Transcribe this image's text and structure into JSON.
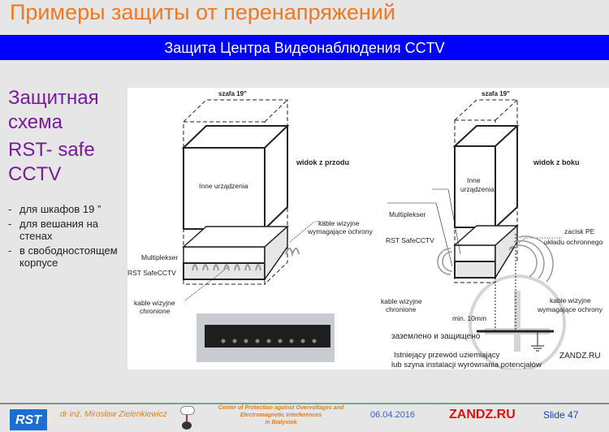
{
  "header": {
    "title": "Примеры защиты от перенапряжений",
    "subtitle": "Защита Центра Видеонаблюдения CCTV"
  },
  "left": {
    "heading1": "Защитная схема",
    "heading2": "RST- safe CCTV",
    "bullets": [
      "для шкафов 19 ”",
      "для вешания на стенах",
      "в свободностоящем корпусе"
    ]
  },
  "diagram": {
    "front": {
      "cabinet": "szafa 19\"",
      "view": "widok z przodu",
      "other": "Inne urządzenia",
      "mux": "Multiplekser",
      "rst": "RST SafeCCTV",
      "cables_need": "kable wizyjne wymagające ochrony",
      "cables_prot1": "kable wizyjne",
      "cables_prot2": "chronione",
      "cables_need1": "kable wizyjne",
      "cables_need2": "wymagające ochrony"
    },
    "side": {
      "cabinet": "szafa 19\"",
      "view": "widok z boku",
      "other1": "Inne",
      "other2": "urządzenia",
      "mux": "Multiplekser",
      "rst": "RST SafeCCTV",
      "pe1": "zacisk PE",
      "pe2": "układu ochronnego",
      "cables_prot1": "kable wizyjne",
      "cables_prot2": "chronione",
      "cables_need1": "kable wizyjne",
      "cables_need2": "wymagające ochrony",
      "min": "min. 10mm",
      "ground1": "Istniejący przewód uziemiający",
      "ground2": "lub szyna instalacji wyrównania potencjałów"
    },
    "watermark": {
      "text": "заземлено и защищено",
      "site": "ZANDZ.RU"
    }
  },
  "footer": {
    "logo": "RST",
    "author": "dr inż. Mirosław Zielenkiewicz",
    "center": [
      "Center of Protection against Overvoltages and",
      "Electromagnetic Interferences",
      "in Bialystok"
    ],
    "date": "06.04.2016",
    "brand": "ZANDZ.RU",
    "slide": "Slide 47"
  }
}
